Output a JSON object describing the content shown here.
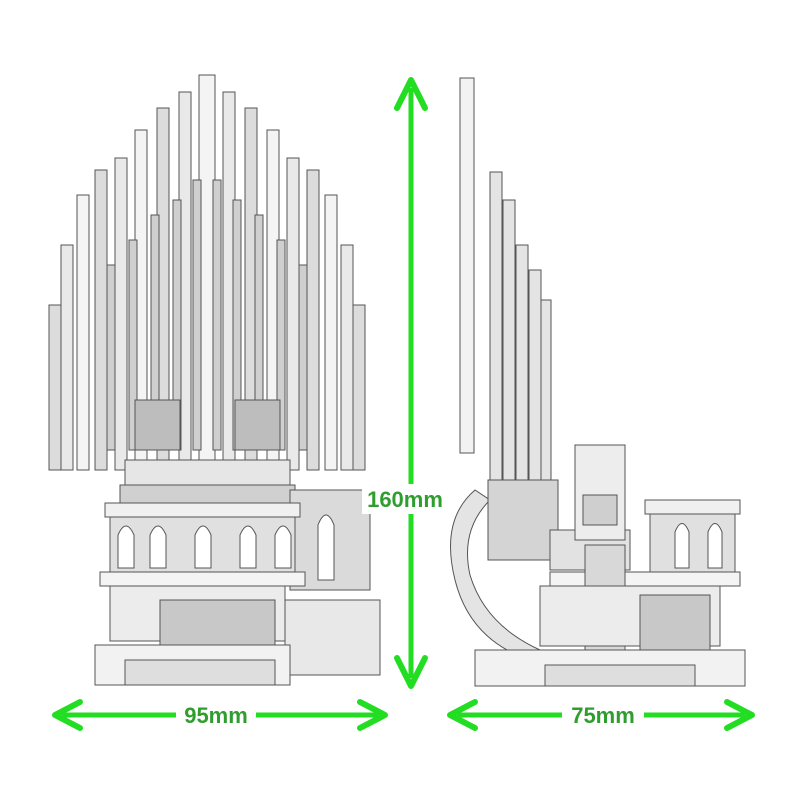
{
  "dimensions": {
    "height_label": "160mm",
    "front_width_label": "95mm",
    "side_depth_label": "75mm"
  },
  "colors": {
    "arrow": "#22dd22",
    "label": "#2f9e2f",
    "light": "#f2f2f2",
    "mid": "#cfcfcf",
    "dark": "#9a9a9a",
    "outline": "#555555"
  },
  "views": {
    "front": "throne-front-view",
    "side": "throne-side-view"
  }
}
